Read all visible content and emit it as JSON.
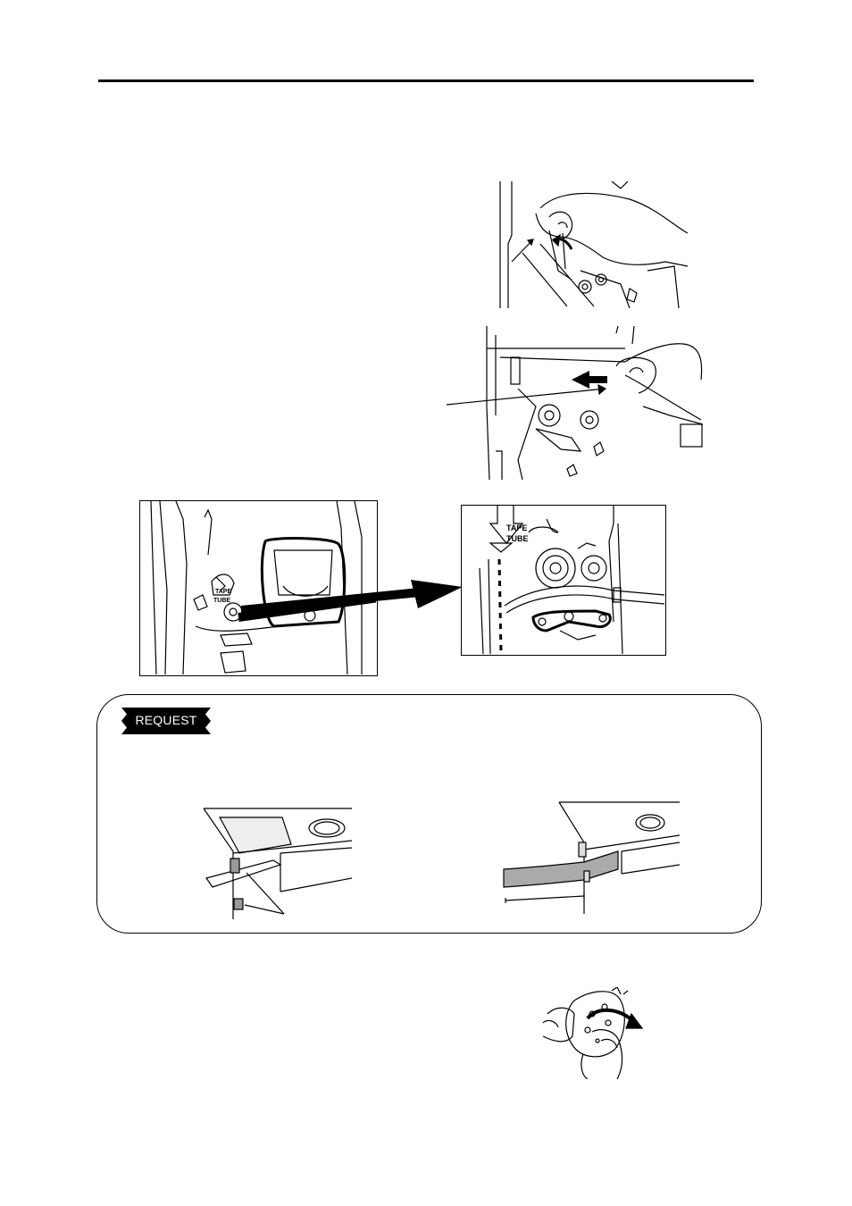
{
  "request_box": {
    "badge_label": "REQUEST"
  },
  "figure_labels": {
    "tape_label": "TAPE",
    "tube_label": "TUBE"
  }
}
